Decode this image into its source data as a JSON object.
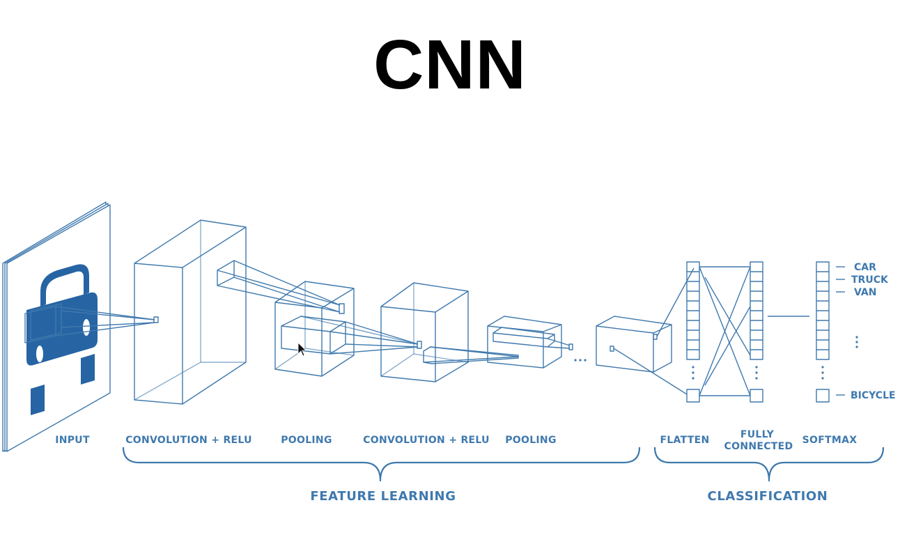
{
  "title": "CNN",
  "colors": {
    "accent": "#2f6aa3",
    "title": "#000000",
    "background": "#ffffff"
  },
  "stages": {
    "input": "INPUT",
    "conv1": "CONVOLUTION + RELU",
    "pool1": "POOLING",
    "conv2": "CONVOLUTION + RELU",
    "pool2": "POOLING",
    "flatten": "FLATTEN",
    "fully_connected_line1": "FULLY",
    "fully_connected_line2": "CONNECTED",
    "softmax": "SOFTMAX"
  },
  "groups": {
    "feature_learning": "FEATURE LEARNING",
    "classification": "CLASSIFICATION"
  },
  "classes": [
    "CAR",
    "TRUCK",
    "VAN",
    "BICYCLE"
  ],
  "icons": {
    "input_image": "car-icon",
    "cursor": "mouse-pointer-icon"
  }
}
